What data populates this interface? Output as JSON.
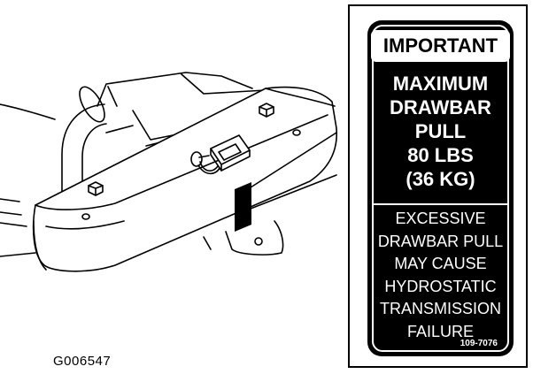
{
  "figure_id": "G006547",
  "decal": {
    "header": "IMPORTANT",
    "capacity_lines": [
      "MAXIMUM",
      "DRAWBAR",
      "PULL",
      "80 LBS",
      "(36 KG)"
    ],
    "warning_lines": [
      "EXCESSIVE",
      "DRAWBAR PULL",
      "MAY CAUSE",
      "HYDROSTATIC",
      "TRANSMISSION",
      "FAILURE"
    ],
    "part_number": "109-7076"
  },
  "colors": {
    "ink": "#000000",
    "paper": "#ffffff"
  },
  "icons": [
    "hitch-receiver-icon",
    "hitch-pin-icon",
    "bolt-icon",
    "decal-marker-icon"
  ]
}
